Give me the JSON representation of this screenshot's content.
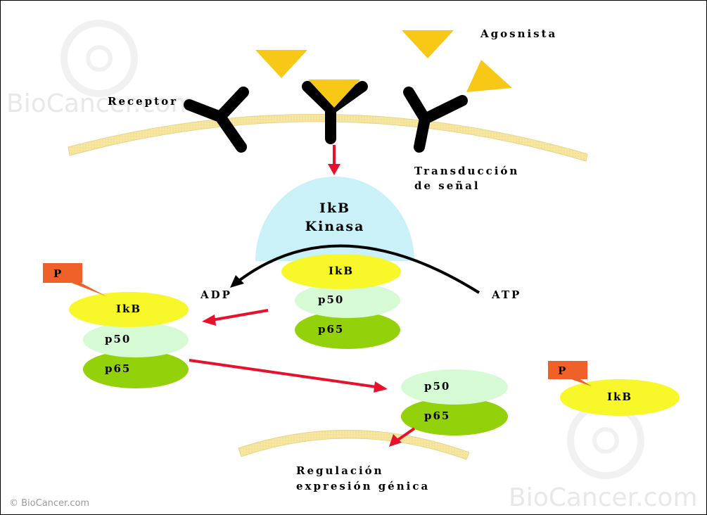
{
  "labels": {
    "agonist": "Agosnista",
    "receptor": "Receptor",
    "transduction_line1": "Transducción",
    "transduction_line2": "de señal",
    "kinase_line1": "IkB",
    "kinase_line2": "Kinasa",
    "adp": "ADP",
    "atp": "ATP",
    "regulation_line1": "Regulación",
    "regulation_line2": "expresión génica"
  },
  "molecules": {
    "ikb": "IkB",
    "p50": "p50",
    "p65": "p65",
    "phosphate": "P"
  },
  "watermark": {
    "brand": "BioCancer.com",
    "copyright": "© BioCancer.com"
  },
  "colors": {
    "membrane": "#f7e6a0",
    "receptor": "#000000",
    "agonist": "#f7c815",
    "kinase": "#c9f1f7",
    "ikb": "#f7f72a",
    "p50": "#d6fbd4",
    "p65": "#93d20a",
    "phosphate": "#f0612a",
    "arrow": "#e8102a"
  }
}
